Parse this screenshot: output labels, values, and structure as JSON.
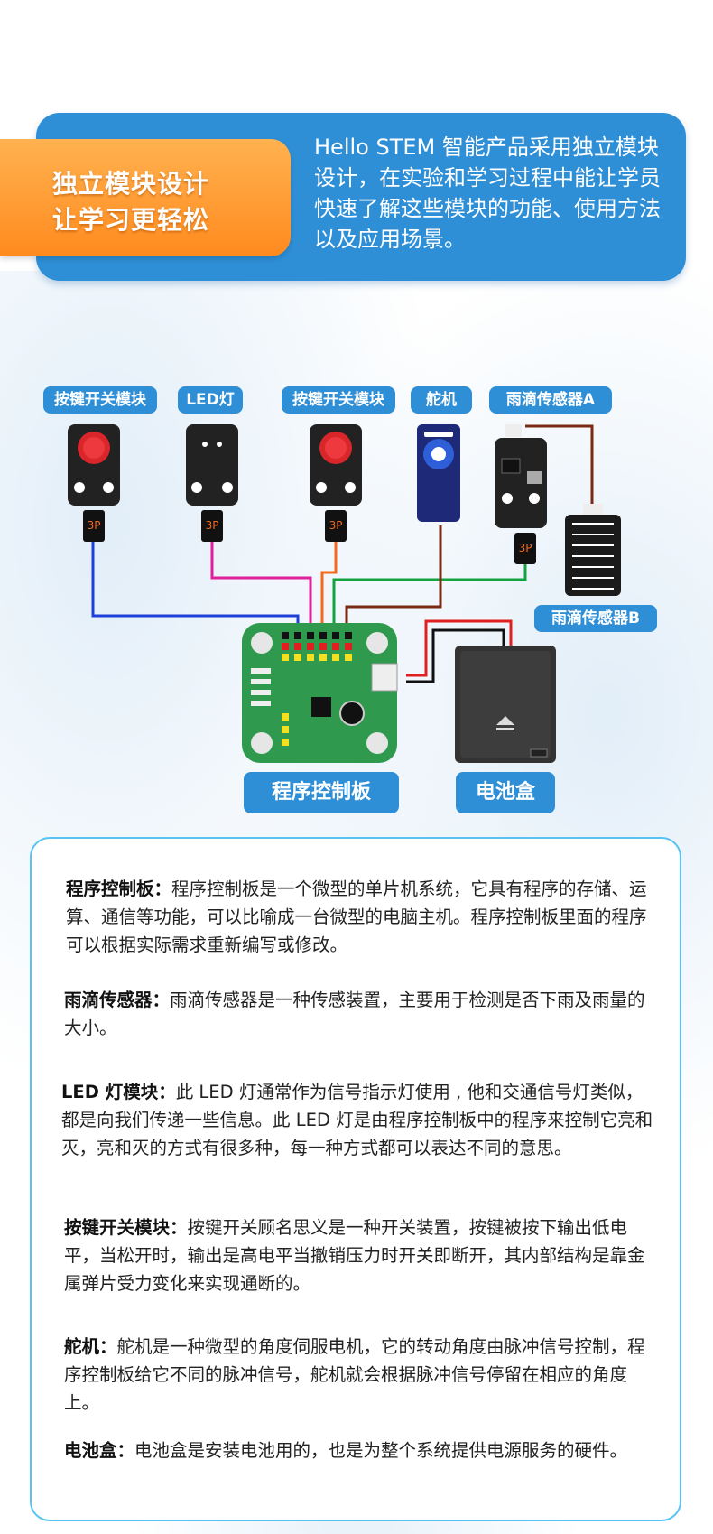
{
  "header": {
    "tag_line1": "独立模块设计",
    "tag_line2": "让学习更轻松",
    "description": "Hello STEM 智能产品采用独立模块设计，在实验和学习过程中能让学员快速了解这些模块的功能、使用方法以及应用场景。"
  },
  "diagram": {
    "labels": {
      "button_module_1": "按键开关模块",
      "led": "LED灯",
      "button_module_2": "按键开关模块",
      "servo": "舵机",
      "rain_sensor_a": "雨滴传感器A",
      "rain_sensor_b": "雨滴传感器B",
      "controller": "程序控制板",
      "battery_box": "电池盒"
    },
    "connector_text": "3P",
    "colors": {
      "blue_wire": "#1e3fd8",
      "magenta_wire": "#e0209a",
      "orange_wire": "#f26a1b",
      "green_wire": "#12a340",
      "brown_wire": "#7a2a12",
      "red_wire": "#e02020",
      "board_green": "#2f9a4e"
    }
  },
  "descriptions": [
    {
      "title": "程序控制板：",
      "text": "程序控制板是一个微型的单片机系统，它具有程序的存储、运算、通信等功能，可以比喻成一台微型的电脑主机。程序控制板里面的程序可以根据实际需求重新编写或修改。"
    },
    {
      "title": "雨滴传感器：",
      "text": "雨滴传感器是一种传感装置，主要用于检测是否下雨及雨量的大小。"
    },
    {
      "title": "LED 灯模块：",
      "text": "此 LED 灯通常作为信号指示灯使用 , 他和交通信号灯类似，都是向我们传递一些信息。此 LED 灯是由程序控制板中的程序来控制它亮和灭，亮和灭的方式有很多种，每一种方式都可以表达不同的意思。"
    },
    {
      "title": "按键开关模块：",
      "text": "按键开关顾名思义是一种开关装置，按键被按下输出低电平，当松开时，输出是高电平当撤销压力时开关即断开，其内部结构是靠金属弹片受力变化来实现通断的。"
    },
    {
      "title": "舵机：",
      "text": "舵机是一种微型的角度伺服电机，它的转动角度由脉冲信号控制，程序控制板给它不同的脉冲信号，舵机就会根据脉冲信号停留在相应的角度上。"
    },
    {
      "title": "电池盒：",
      "text": "电池盒是安装电池用的，也是为整个系统提供电源服务的硬件。"
    }
  ]
}
